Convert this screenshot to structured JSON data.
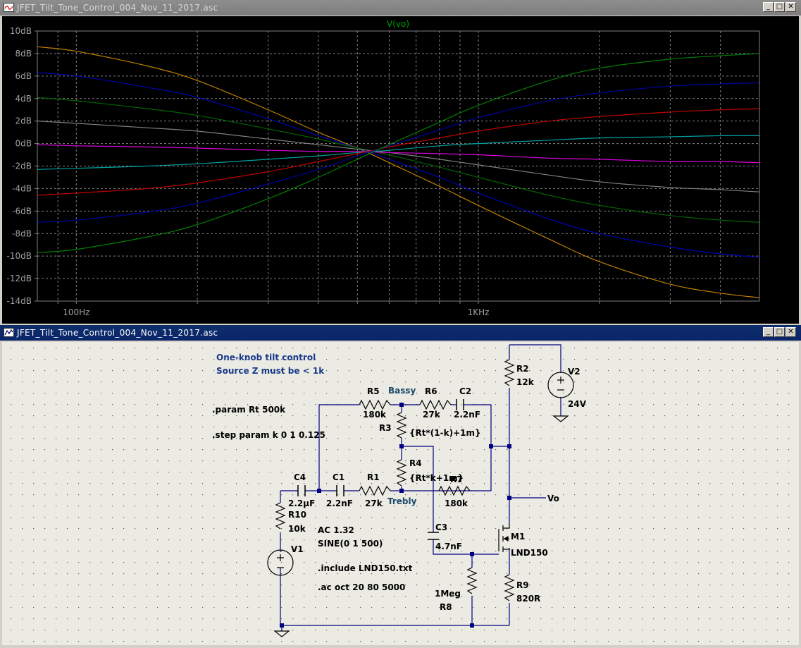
{
  "plot_window": {
    "title": "JFET_Tilt_Tone_Control_004_Nov_11_2017.asc",
    "trace_label": "V(vo)",
    "chart_data": {
      "type": "line",
      "title": "V(vo)",
      "xlabel": "",
      "ylabel": "",
      "xscale": "log",
      "xlim": [
        80,
        5000
      ],
      "ylim": [
        -14,
        10
      ],
      "y_ticks": [
        "10dB",
        "8dB",
        "6dB",
        "4dB",
        "2dB",
        "0dB",
        "-2dB",
        "-4dB",
        "-6dB",
        "-8dB",
        "-10dB",
        "-12dB",
        "-14dB"
      ],
      "x_tick_labels": [
        "100Hz",
        "1KHz"
      ],
      "grid": true,
      "x": [
        80,
        100,
        150,
        200,
        300,
        400,
        500,
        600,
        800,
        1000,
        1500,
        2000,
        3000,
        4000,
        5000
      ],
      "series": [
        {
          "color": "#c08000",
          "values": [
            8.6,
            8.2,
            6.9,
            5.6,
            3.0,
            1.0,
            -0.4,
            -1.7,
            -3.8,
            -5.5,
            -8.5,
            -10.5,
            -12.5,
            -13.3,
            -13.7
          ]
        },
        {
          "color": "#0000b0",
          "values": [
            6.3,
            6.0,
            5.0,
            4.1,
            2.2,
            0.7,
            -0.4,
            -1.4,
            -3.0,
            -4.4,
            -6.7,
            -8.0,
            -9.2,
            -9.8,
            -10.1
          ]
        },
        {
          "color": "#006400",
          "values": [
            4.1,
            3.8,
            3.1,
            2.5,
            1.3,
            0.4,
            -0.4,
            -1.0,
            -2.1,
            -3.0,
            -4.6,
            -5.5,
            -6.4,
            -6.8,
            -7.0
          ]
        },
        {
          "color": "#808080",
          "values": [
            2.0,
            1.8,
            1.4,
            1.1,
            0.4,
            -0.1,
            -0.5,
            -0.8,
            -1.4,
            -1.9,
            -2.8,
            -3.4,
            -3.9,
            -4.1,
            -4.3
          ]
        },
        {
          "color": "#e000e0",
          "values": [
            -0.1,
            -0.2,
            -0.3,
            -0.4,
            -0.6,
            -0.7,
            -0.7,
            -0.8,
            -0.9,
            -1.0,
            -1.3,
            -1.4,
            -1.6,
            -1.6,
            -1.7
          ]
        },
        {
          "color": "#00a0a0",
          "values": [
            -2.3,
            -2.2,
            -2.0,
            -1.8,
            -1.4,
            -1.1,
            -0.8,
            -0.6,
            -0.2,
            0.0,
            0.3,
            0.5,
            0.6,
            0.7,
            0.7
          ]
        },
        {
          "color": "#c00000",
          "values": [
            -4.6,
            -4.4,
            -4.0,
            -3.5,
            -2.5,
            -1.6,
            -0.9,
            -0.3,
            0.5,
            1.1,
            2.0,
            2.4,
            2.8,
            3.0,
            3.1
          ]
        },
        {
          "color": "#0000a0",
          "values": [
            -7.0,
            -6.8,
            -6.1,
            -5.3,
            -3.6,
            -2.3,
            -1.1,
            -0.2,
            1.2,
            2.3,
            3.8,
            4.5,
            5.1,
            5.3,
            5.4
          ]
        },
        {
          "color": "#008000",
          "values": [
            -9.7,
            -9.4,
            -8.3,
            -7.2,
            -4.9,
            -3.0,
            -1.4,
            -0.1,
            1.9,
            3.4,
            5.6,
            6.7,
            7.5,
            7.8,
            8.0
          ]
        }
      ]
    }
  },
  "schematic_window": {
    "title": "JFET_Tilt_Tone_Control_004_Nov_11_2017.asc",
    "comments": [
      "One-knob tilt control",
      "Source Z must be < 1k"
    ],
    "directives": [
      ".param Rt 500k",
      ".step param k 0 1 0.125",
      ".include LND150.txt",
      ".ac oct 20 80 5000"
    ],
    "source_v1": {
      "name": "V1",
      "ac": "AC 1.32",
      "sine": "SINE(0 1 500)"
    },
    "source_v2": {
      "name": "V2",
      "value": "24V"
    },
    "nets": {
      "bassy": "Bassy",
      "trebly": "Trebly",
      "vo": "Vo"
    },
    "components": {
      "R5": {
        "name": "R5",
        "value": "180k"
      },
      "R6": {
        "name": "R6",
        "value": "27k"
      },
      "C2": {
        "name": "C2",
        "value": "2.2nF"
      },
      "R3": {
        "name": "R3",
        "value": "{Rt*(1-k)+1m}"
      },
      "R4": {
        "name": "R4",
        "value": "{Rt*k+1m}"
      },
      "R7": {
        "name": "R7",
        "value": "180k"
      },
      "C4": {
        "name": "C4",
        "value": "2.2µF"
      },
      "C1": {
        "name": "C1",
        "value": "2.2nF"
      },
      "R1": {
        "name": "R1",
        "value": "27k"
      },
      "R10": {
        "name": "R10",
        "value": "10k"
      },
      "C3": {
        "name": "C3",
        "value": "4.7nF"
      },
      "R2": {
        "name": "R2",
        "value": "12k"
      },
      "M1": {
        "name": "M1",
        "value": "LND150"
      },
      "R9": {
        "name": "R9",
        "value": "820R"
      },
      "R8": {
        "name": "R8",
        "value": "1Meg"
      }
    }
  }
}
